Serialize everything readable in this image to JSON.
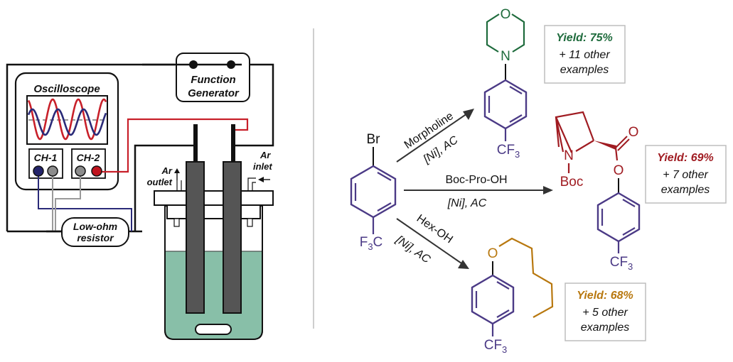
{
  "colors": {
    "purple": "#4b3a86",
    "green": "#1e6b3c",
    "red": "#a01c22",
    "gold": "#b8780f",
    "electrolyte": "#88bfa8",
    "electrode": "#555555",
    "wire_red": "#c8202a",
    "wire_blue": "#2a2a78",
    "wire_gray": "#9a9a9a"
  },
  "apparatus": {
    "oscilloscope_label": "Oscilloscope",
    "ch1_label": "CH-1",
    "ch2_label": "CH-2",
    "function_generator_label_line1": "Function",
    "function_generator_label_line2": "Generator",
    "resistor_label_line1": "Low-ohm",
    "resistor_label_line2": "resistor",
    "ar_outlet_line1": "Ar",
    "ar_outlet_line2": "outlet",
    "ar_inlet_line1": "Ar",
    "ar_inlet_line2": "inlet"
  },
  "scheme": {
    "substrate": {
      "top_atom": "Br",
      "bottom_group": "F3C"
    },
    "reactions": [
      {
        "reagent": "Morpholine",
        "conditions": "[Ni], AC",
        "product_heteroatoms": [
          "O",
          "N"
        ],
        "product_bottom_group": "CF3",
        "yield_title": "Yield: 75%",
        "other_line1": "+ 11 other",
        "other_line2": "examples",
        "color_key": "green"
      },
      {
        "reagent": "Boc-Pro-OH",
        "conditions": "[Ni], AC",
        "product_heteroatoms": [
          "N",
          "Boc",
          "O",
          "O"
        ],
        "product_bottom_group": "CF3",
        "yield_title": "Yield: 69%",
        "other_line1": "+ 7 other",
        "other_line2": "examples",
        "color_key": "red"
      },
      {
        "reagent": "Hex-OH",
        "conditions": "[Ni], AC",
        "product_heteroatoms": [
          "O"
        ],
        "product_bottom_group": "CF3",
        "yield_title": "Yield: 68%",
        "other_line1": "+ 5 other",
        "other_line2": "examples",
        "color_key": "gold"
      }
    ]
  }
}
